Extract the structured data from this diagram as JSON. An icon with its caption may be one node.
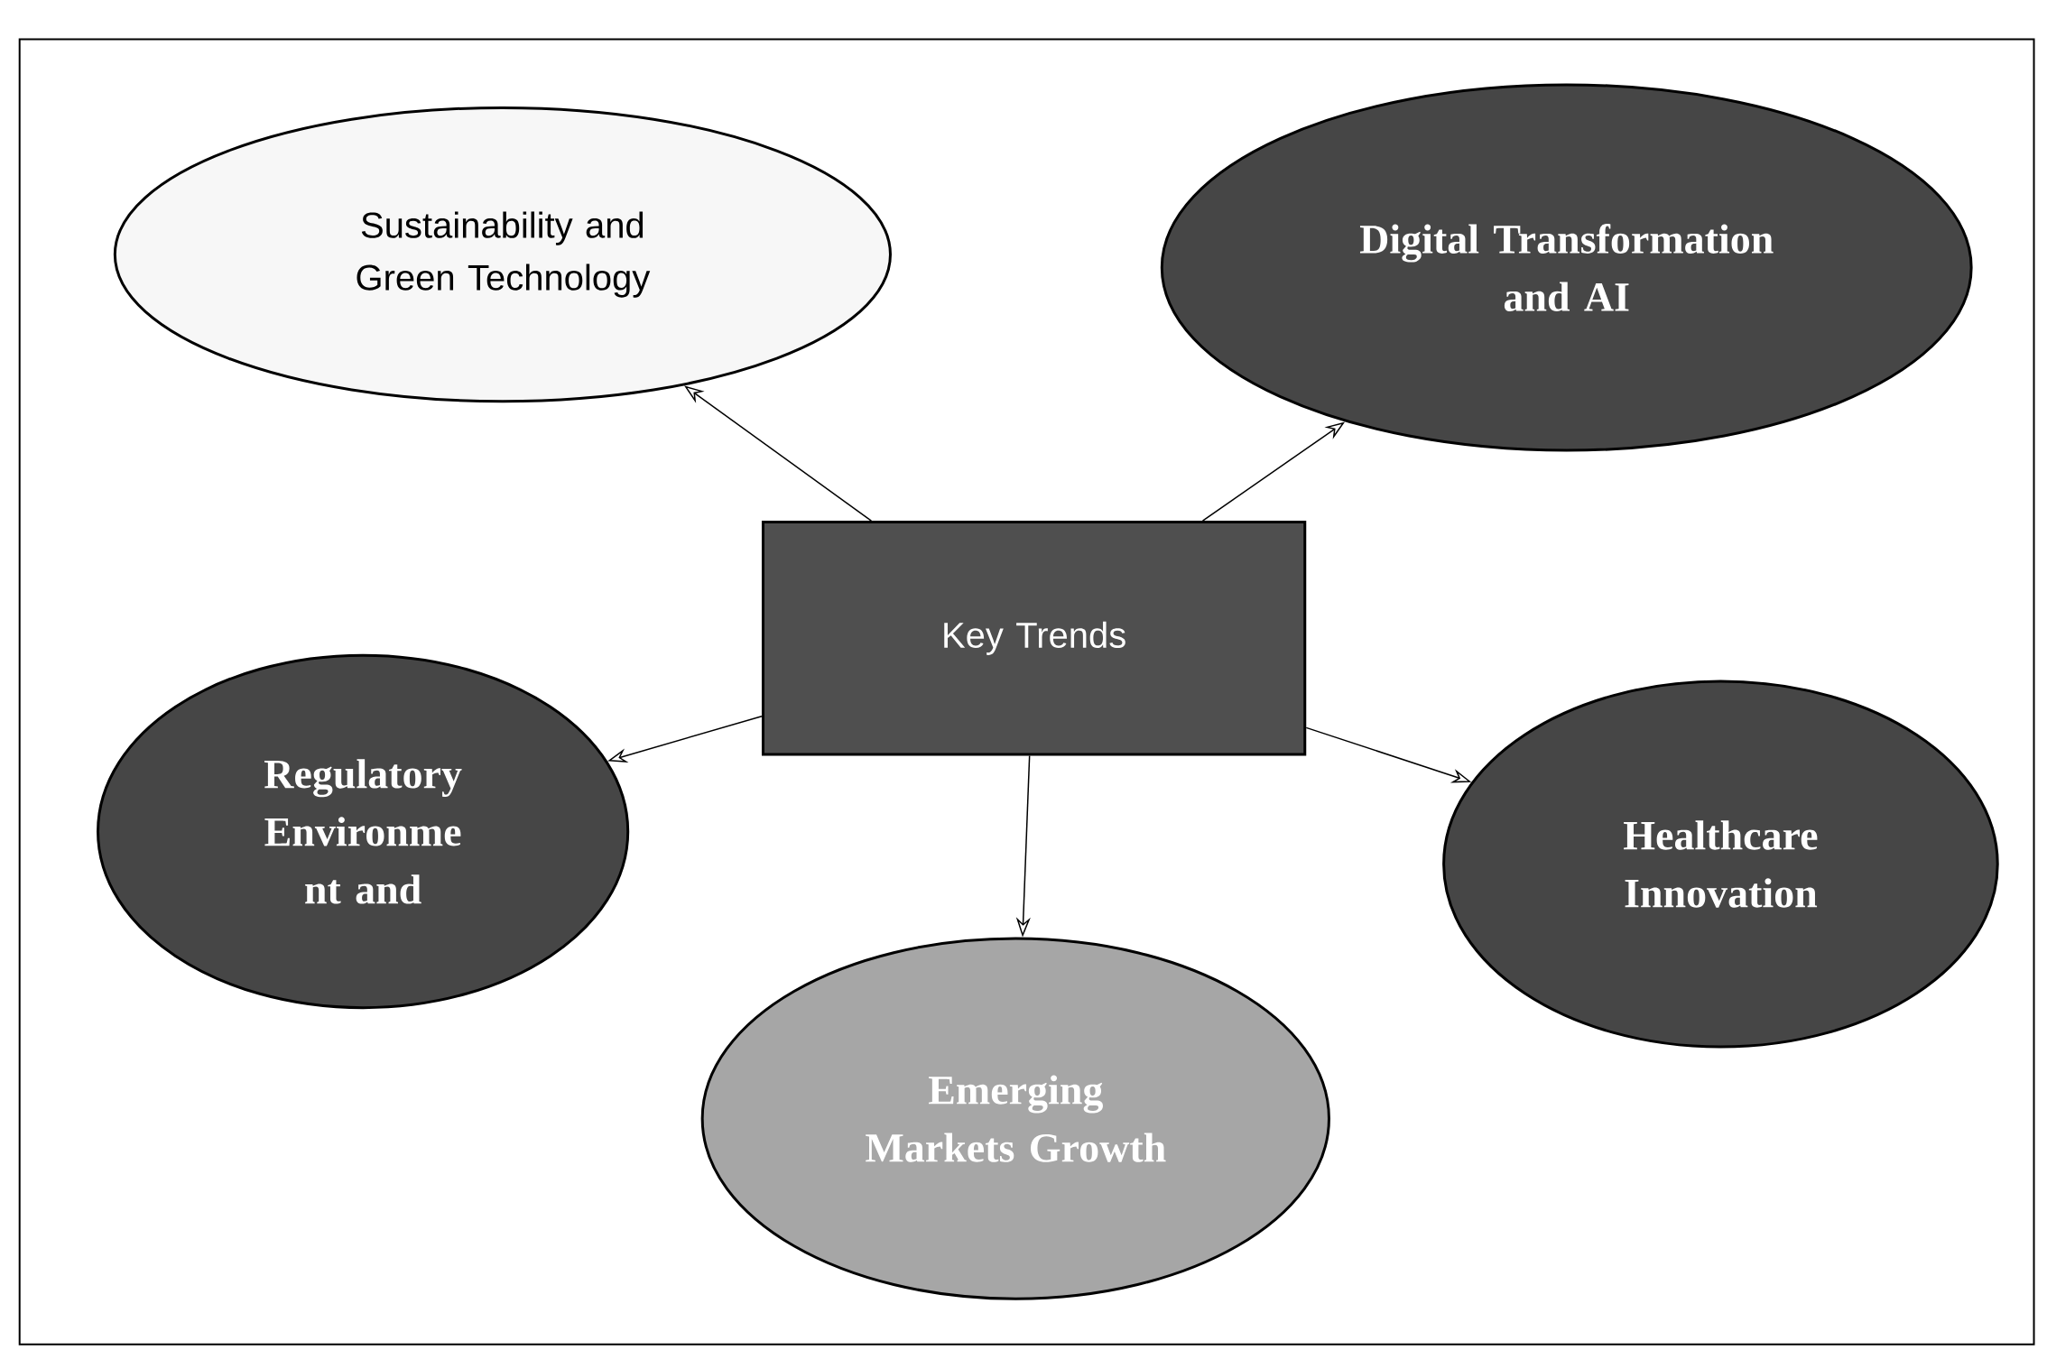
{
  "diagram": {
    "nodes": [
      {
        "text": [
          "Key Trends"
        ]
      },
      {
        "text": [
          "Sustainability and Green Technology"
        ]
      },
      {
        "text": [
          "Digital Transformation and AI"
        ]
      },
      {
        "text": [
          "Regulatory Environme nt and"
        ]
      },
      {
        "text": [
          "Emerging Markets Growth"
        ]
      },
      {
        "text": [
          "Healthcare Innovation"
        ]
      }
    ],
    "edges": [
      {
        "from": 0,
        "to": 1,
        "arrow": "to"
      },
      {
        "from": 0,
        "to": 2,
        "arrow": "to"
      },
      {
        "from": 0,
        "to": 3,
        "arrow": "to"
      },
      {
        "from": 0,
        "to": 4,
        "arrow": "to"
      },
      {
        "from": 0,
        "to": 5,
        "arrow": "to"
      }
    ]
  }
}
